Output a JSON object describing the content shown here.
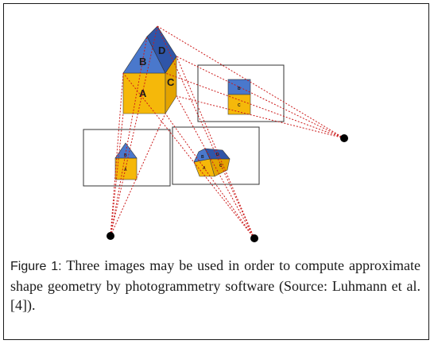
{
  "figure": {
    "face_labels": {
      "front": "A",
      "roof_front": "B",
      "side": "C",
      "roof_side": "D"
    },
    "colors": {
      "wall": "#f5b80a",
      "wall_side": "#e3a400",
      "roof": "#4a78cc",
      "roof_dark": "#2f55a8",
      "rays": "#cc1b1b",
      "camera": "#000000",
      "frame": "#333333"
    }
  },
  "caption": {
    "label": "Figure 1:",
    "text": "Three images may be used in order to compute approximate shape geometry by photogrammetry software (Source: Luhmann et al. [4])."
  }
}
